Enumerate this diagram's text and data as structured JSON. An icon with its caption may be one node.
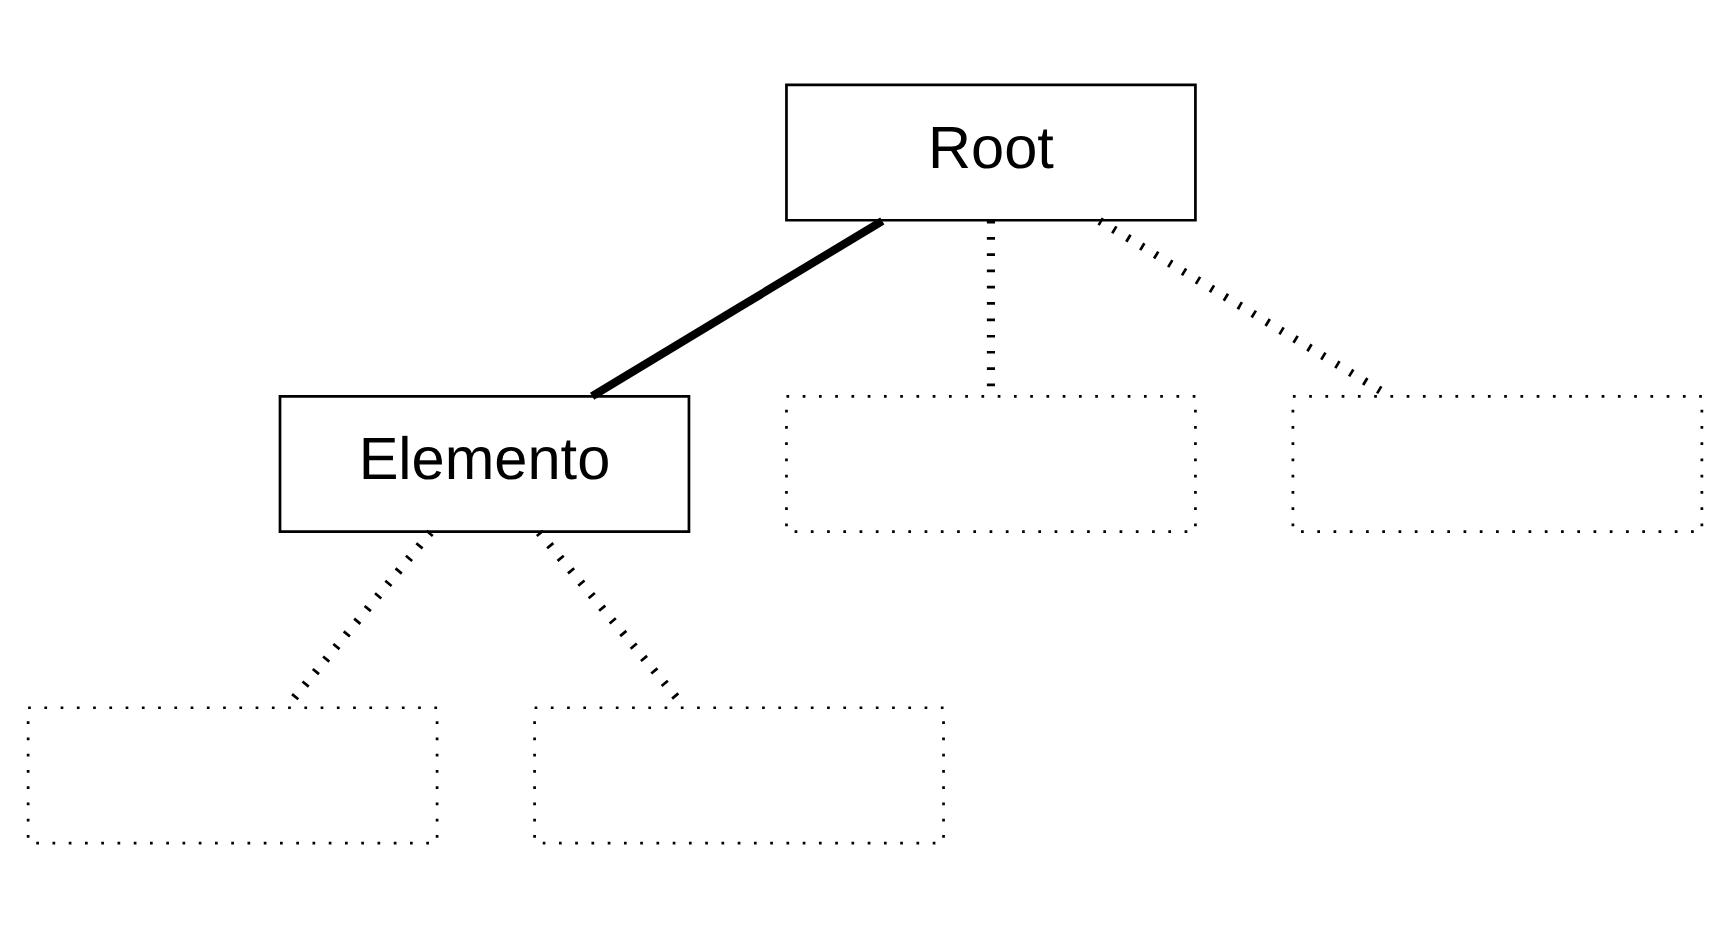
{
  "diagram": {
    "nodes": [
      {
        "text": [
          "Root"
        ]
      },
      {
        "text": [
          "Elemento"
        ]
      },
      {
        "text": [],
        "shape": "box"
      },
      {
        "text": [],
        "shape": "box"
      },
      {
        "text": [],
        "shape": "box"
      },
      {
        "text": [],
        "shape": "box"
      }
    ],
    "edges": [
      {
        "from": 0,
        "to": 1,
        "arrow": "none"
      },
      {
        "from": 0,
        "to": 2,
        "arrow": "none",
        "style": "dashed"
      },
      {
        "from": 0,
        "to": 3,
        "arrow": "none",
        "style": "dashed"
      },
      {
        "from": 1,
        "to": 4,
        "arrow": "none",
        "style": "dashed"
      },
      {
        "from": 1,
        "to": 5,
        "arrow": "none",
        "style": "dashed"
      }
    ]
  }
}
